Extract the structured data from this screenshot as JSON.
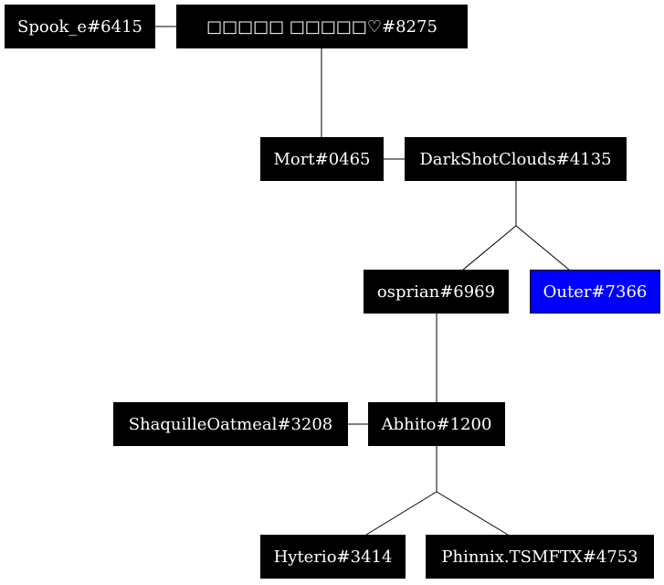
{
  "diagram": {
    "type": "family-tree",
    "nodes": [
      {
        "id": "spook",
        "label": "Spook_e#6415",
        "fill": "#000000"
      },
      {
        "id": "boxes",
        "label": "□□□□□ □□□□□♡#8275",
        "fill": "#000000"
      },
      {
        "id": "mort",
        "label": "Mort#0465",
        "fill": "#000000"
      },
      {
        "id": "darkshot",
        "label": "DarkShotClouds#4135",
        "fill": "#000000"
      },
      {
        "id": "osprian",
        "label": "osprian#6969",
        "fill": "#000000"
      },
      {
        "id": "outer",
        "label": "Outer#7366",
        "fill": "#0000ff"
      },
      {
        "id": "shaquille",
        "label": "ShaquilleOatmeal#3208",
        "fill": "#000000"
      },
      {
        "id": "abhito",
        "label": "Abhito#1200",
        "fill": "#000000"
      },
      {
        "id": "hyterio",
        "label": "Hyterio#3414",
        "fill": "#000000"
      },
      {
        "id": "phinnix",
        "label": "Phinnix.TSMFTX#4753",
        "fill": "#000000"
      }
    ],
    "couples": [
      {
        "partners": [
          "spook",
          "boxes"
        ],
        "children": [
          "mort"
        ]
      },
      {
        "partners": [
          "mort",
          "darkshot"
        ],
        "children": [
          "osprian",
          "outer"
        ]
      },
      {
        "partners": [
          "shaquille",
          "abhito"
        ],
        "children": [
          "hyterio",
          "phinnix"
        ]
      }
    ],
    "parent_child": [
      {
        "parent": "osprian",
        "child": "abhito"
      }
    ]
  }
}
